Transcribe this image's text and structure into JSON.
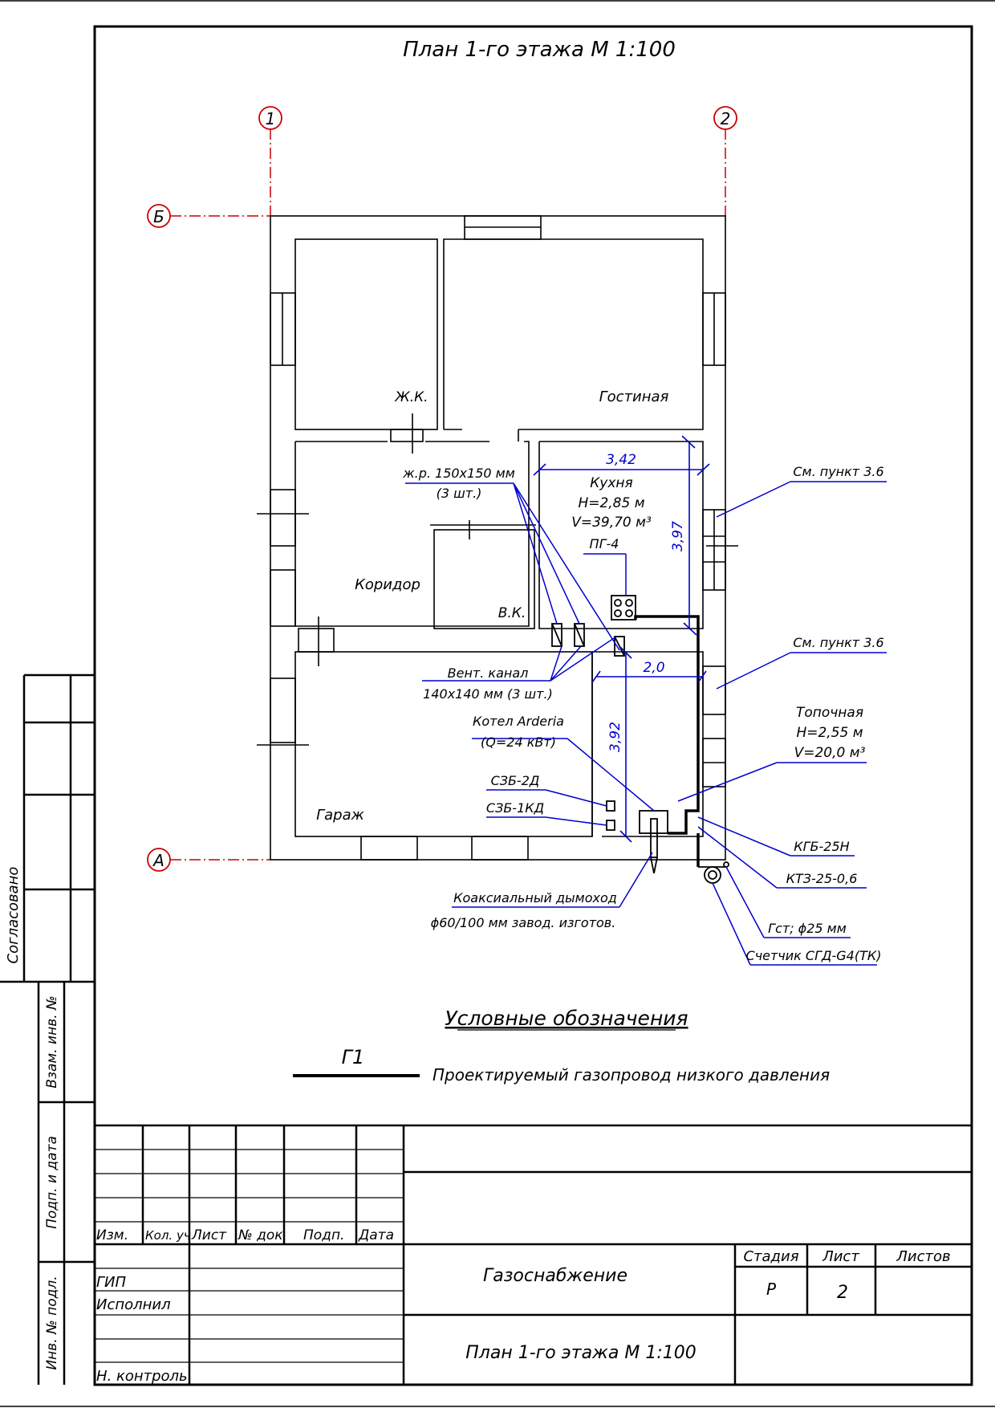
{
  "title": "План 1-го этажа  М 1:100",
  "axes": {
    "axis_1": "1",
    "axis_2": "2",
    "axis_b": "Б",
    "axis_a": "А"
  },
  "rooms": {
    "zhk": "Ж.К.",
    "living": "Гостиная",
    "corridor": "Коридор",
    "wc": "В.К.",
    "garage": "Гараж",
    "kitchen": "Кухня",
    "kitchen_h": "H=2,85 м",
    "kitchen_v": "V=39,70 м³",
    "furnace": "Топочная",
    "furnace_h": "H=2,55 м",
    "furnace_v": "V=20,0 м³"
  },
  "dims": {
    "d342": "3,42",
    "d397": "3,97",
    "d20": "2,0",
    "d392": "3,92"
  },
  "labels": {
    "grate_1": "ж.р. 150х150 мм",
    "grate_2": "(3 шт.)",
    "stove": "ПГ-4",
    "vent_1": "Вент. канал",
    "vent_2": "140х140 мм (3 шт.)",
    "boiler_1": "Котел Arderia",
    "boiler_2": "(Q=24 кВт)",
    "szb2d": "СЗБ-2Д",
    "szb1kd": "СЗБ-1КД",
    "see_36a": "См. пункт 3.6",
    "see_36b": "См. пункт 3.6",
    "kgb": "КГБ-25Н",
    "ktz": "КТЗ-25-0,6",
    "gst": "Гст; ϕ25 мм",
    "meter": "Счетчик СГД-G4(ТК)",
    "flue_1": "Коаксиальный дымоход",
    "flue_2": "ϕ60/100 мм завод. изготов."
  },
  "legend": {
    "title": "Условные обозначения",
    "code": "Г1",
    "text": "Проектируемый газопровод низкого давления"
  },
  "stamp": {
    "approved": "Согласовано",
    "inv_vzam": "Взам. инв. №",
    "sign_date": "Подп. и дата",
    "inv_orig": "Инв. № подл.",
    "izm": "Изм.",
    "kol": "Кол. уч",
    "list": "Лист",
    "ndoc": "№ док",
    "podp": "Подп.",
    "data": "Дата",
    "gip": "ГИП",
    "ispolnil": "Исполнил",
    "nkontrol": "Н. контроль",
    "project": "Газоснабжение",
    "sheet_title": "План 1-го этажа М 1:100",
    "stage_h": "Стадия",
    "sheet_h": "Лист",
    "sheets_h": "Листов",
    "stage": "Р",
    "sheet": "2",
    "sheets": ""
  }
}
